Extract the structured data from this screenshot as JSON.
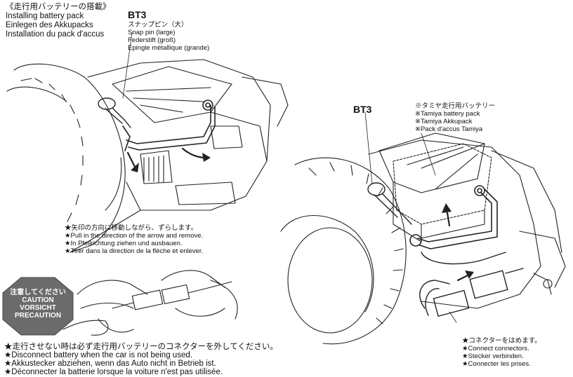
{
  "header": {
    "title_jp": "《走行用バッテリーの搭載》",
    "title_en": "Installing battery pack",
    "title_de": "Einlegen des Akkupacks",
    "title_fr": "Installation du pack d'accus"
  },
  "part_callout": {
    "code": "BT3",
    "name_jp": "スナップピン（大）",
    "name_en": "Snap pin (large)",
    "name_de": "Federstift (groß)",
    "name_fr": "Epingle métallique (grande)"
  },
  "battery_callout": {
    "code": "BT3",
    "jp": "※タミヤ走行用バッテリー",
    "en": "※Tamiya battery pack",
    "de": "※Tamiya Akkupack",
    "fr": "※Pack d'accus Tamiya"
  },
  "pull_instruction": {
    "jp": "★矢印の方向に移動しながら、ずらします。",
    "en": "★Pull in the direction of the arrow and remove.",
    "de": "★In Pfeilrichtung ziehen und ausbauen.",
    "fr": "★Tirer dans la direction de la flèche et enlever."
  },
  "caution_badge": {
    "jp": "注意してください",
    "en": "CAUTION",
    "de": "VORSICHT",
    "fr": "PRECAUTION",
    "color": "#6b6b6b"
  },
  "warning": {
    "jp": "★走行させない時は必ず走行用バッテリーのコネクターを外してください。",
    "en": "★Disconnect battery when the car is not being used.",
    "de": "★Akkustecker abziehen, wenn das Auto nicht in Betrieb ist.",
    "fr": "★Déconnecter la batterie lorsque la voiture n'est pas utilisée."
  },
  "connect_instruction": {
    "jp": "★コネクターをはめます。",
    "en": "★Connect connectors.",
    "de": "★Stecker verbinden.",
    "fr": "★Connecter les prises."
  }
}
